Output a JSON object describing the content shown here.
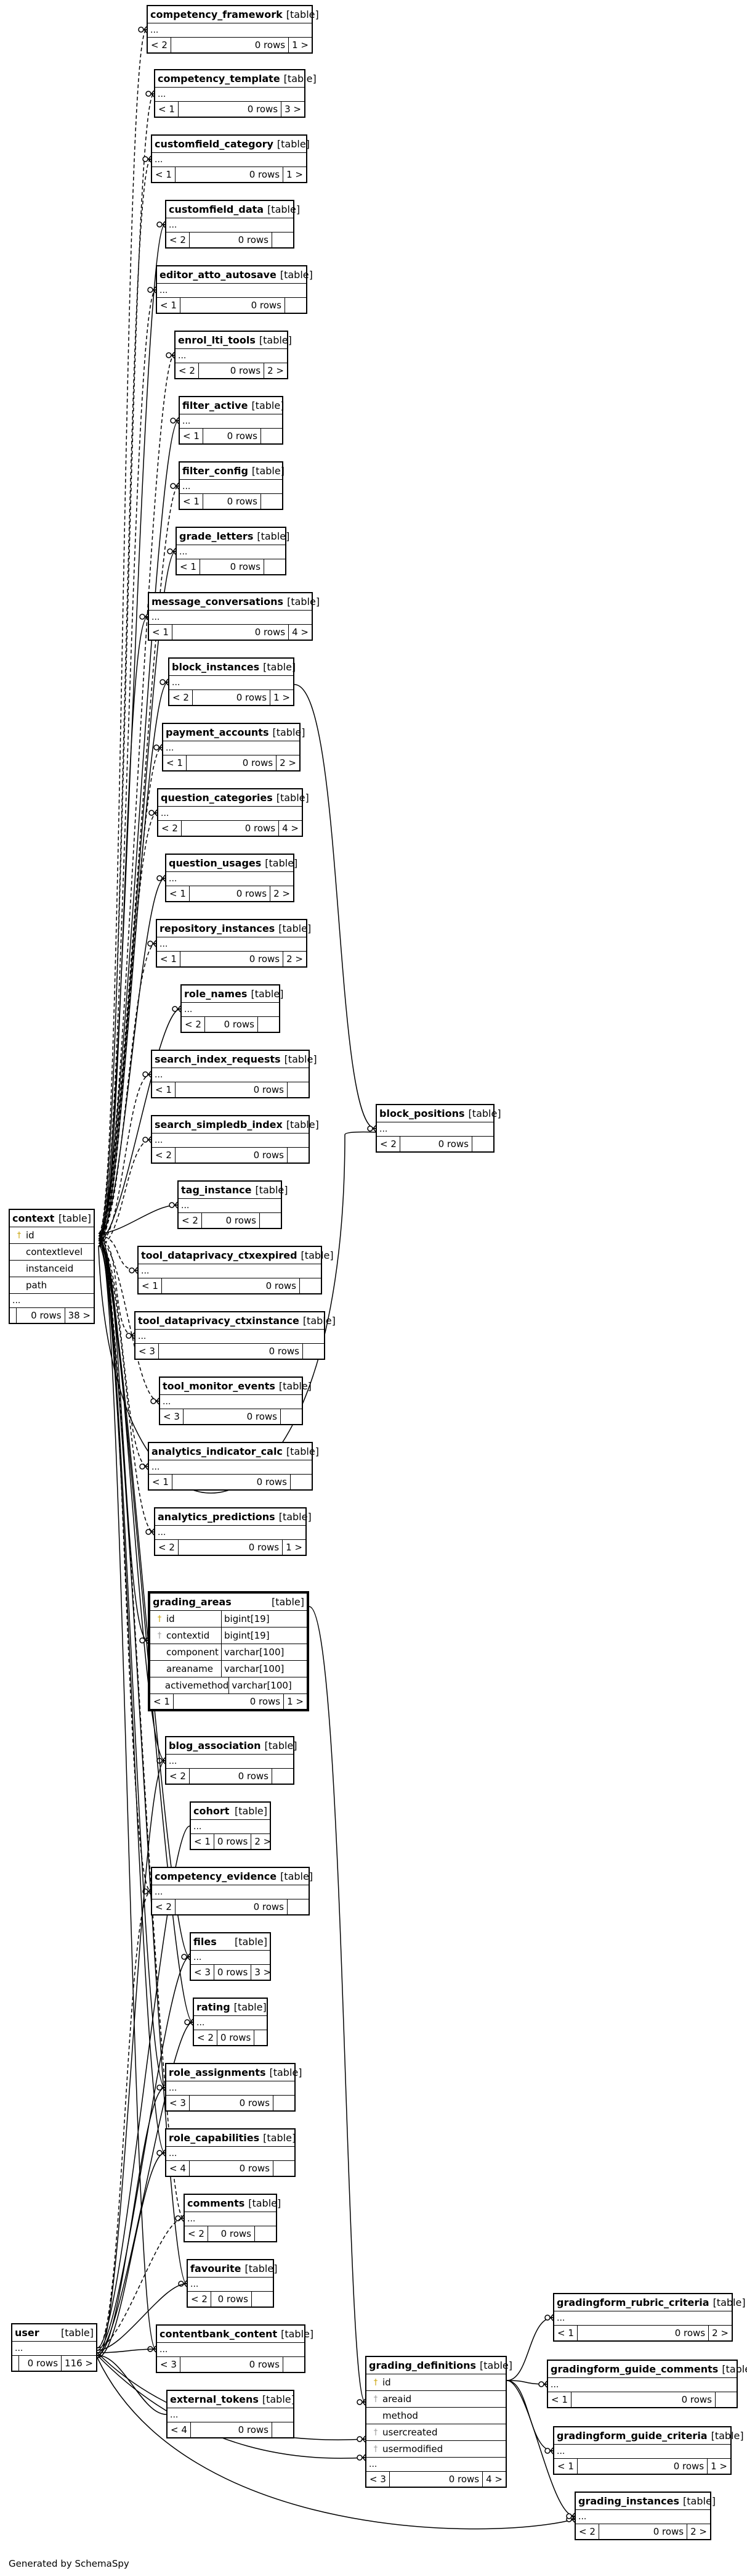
{
  "footer": "Generated by SchemaSpy",
  "type_label": "[table]",
  "ellipsis": "...",
  "tables": [
    {
      "name": "competency_framework",
      "foot": [
        "< 2",
        "0 rows",
        "1 >"
      ]
    },
    {
      "name": "competency_template",
      "foot": [
        "< 1",
        "0 rows",
        "3 >"
      ]
    },
    {
      "name": "customfield_category",
      "foot": [
        "< 1",
        "0 rows",
        "1 >"
      ]
    },
    {
      "name": "customfield_data",
      "foot": [
        "< 2",
        "0 rows",
        ""
      ]
    },
    {
      "name": "editor_atto_autosave",
      "foot": [
        "< 1",
        "0 rows",
        ""
      ]
    },
    {
      "name": "enrol_lti_tools",
      "foot": [
        "< 2",
        "0 rows",
        "2 >"
      ]
    },
    {
      "name": "filter_active",
      "foot": [
        "< 1",
        "0 rows",
        ""
      ]
    },
    {
      "name": "filter_config",
      "foot": [
        "< 1",
        "0 rows",
        ""
      ]
    },
    {
      "name": "grade_letters",
      "foot": [
        "< 1",
        "0 rows",
        ""
      ]
    },
    {
      "name": "message_conversations",
      "foot": [
        "< 1",
        "0 rows",
        "4 >"
      ]
    },
    {
      "name": "block_instances",
      "foot": [
        "< 2",
        "0 rows",
        "1 >"
      ]
    },
    {
      "name": "payment_accounts",
      "foot": [
        "< 1",
        "0 rows",
        "2 >"
      ]
    },
    {
      "name": "question_categories",
      "foot": [
        "< 2",
        "0 rows",
        "4 >"
      ]
    },
    {
      "name": "question_usages",
      "foot": [
        "< 1",
        "0 rows",
        "2 >"
      ]
    },
    {
      "name": "repository_instances",
      "foot": [
        "< 1",
        "0 rows",
        "2 >"
      ]
    },
    {
      "name": "role_names",
      "foot": [
        "< 2",
        "0 rows",
        ""
      ]
    },
    {
      "name": "search_index_requests",
      "foot": [
        "< 1",
        "0 rows",
        ""
      ]
    },
    {
      "name": "search_simpledb_index",
      "foot": [
        "< 2",
        "0 rows",
        ""
      ]
    },
    {
      "name": "tag_instance",
      "foot": [
        "< 2",
        "0 rows",
        ""
      ]
    },
    {
      "name": "tool_dataprivacy_ctxexpired",
      "foot": [
        "< 1",
        "0 rows",
        ""
      ]
    },
    {
      "name": "tool_dataprivacy_ctxinstance",
      "foot": [
        "< 3",
        "0 rows",
        ""
      ]
    },
    {
      "name": "tool_monitor_events",
      "foot": [
        "< 3",
        "0 rows",
        ""
      ]
    },
    {
      "name": "analytics_indicator_calc",
      "foot": [
        "< 1",
        "0 rows",
        ""
      ]
    },
    {
      "name": "analytics_predictions",
      "foot": [
        "< 2",
        "0 rows",
        "1 >"
      ]
    },
    {
      "name": "blog_association",
      "foot": [
        "< 2",
        "0 rows",
        ""
      ]
    },
    {
      "name": "cohort",
      "foot": [
        "< 1",
        "0 rows",
        "2 >"
      ]
    },
    {
      "name": "competency_evidence",
      "foot": [
        "< 2",
        "0 rows",
        ""
      ]
    },
    {
      "name": "files",
      "foot": [
        "< 3",
        "0 rows",
        "3 >"
      ]
    },
    {
      "name": "rating",
      "foot": [
        "< 2",
        "0 rows",
        ""
      ]
    },
    {
      "name": "role_assignments",
      "foot": [
        "< 3",
        "0 rows",
        ""
      ]
    },
    {
      "name": "role_capabilities",
      "foot": [
        "< 4",
        "0 rows",
        ""
      ]
    },
    {
      "name": "comments",
      "foot": [
        "< 2",
        "0 rows",
        ""
      ]
    },
    {
      "name": "favourite",
      "foot": [
        "< 2",
        "0 rows",
        ""
      ]
    },
    {
      "name": "contentbank_content",
      "foot": [
        "< 3",
        "0 rows",
        ""
      ]
    },
    {
      "name": "external_tokens",
      "foot": [
        "< 4",
        "0 rows",
        ""
      ]
    },
    {
      "name": "block_positions",
      "foot": [
        "< 2",
        "0 rows",
        ""
      ]
    },
    {
      "name": "gradingform_rubric_criteria",
      "foot": [
        "< 1",
        "0 rows",
        "2 >"
      ]
    },
    {
      "name": "gradingform_guide_comments",
      "foot": [
        "< 1",
        "0 rows",
        ""
      ]
    },
    {
      "name": "gradingform_guide_criteria",
      "foot": [
        "< 1",
        "0 rows",
        "1 >"
      ]
    },
    {
      "name": "grading_instances",
      "foot": [
        "< 2",
        "0 rows",
        "2 >"
      ]
    }
  ],
  "context": {
    "name": "context",
    "columns": [
      {
        "name": "id",
        "key": "pk"
      },
      {
        "name": "contextlevel"
      },
      {
        "name": "instanceid"
      },
      {
        "name": "path"
      }
    ],
    "foot": [
      "",
      "0 rows",
      "38 >"
    ]
  },
  "user": {
    "name": "user",
    "foot": [
      "",
      "0 rows",
      "116 >"
    ]
  },
  "grading_areas": {
    "name": "grading_areas",
    "columns": [
      {
        "name": "id",
        "type": "bigint[19]",
        "key": "pk"
      },
      {
        "name": "contextid",
        "type": "bigint[19]",
        "key": "fk"
      },
      {
        "name": "component",
        "type": "varchar[100]"
      },
      {
        "name": "areaname",
        "type": "varchar[100]"
      },
      {
        "name": "activemethod",
        "type": "varchar[100]"
      }
    ],
    "foot": [
      "< 1",
      "0 rows",
      "1 >"
    ]
  },
  "grading_definitions": {
    "name": "grading_definitions",
    "columns": [
      {
        "name": "id",
        "key": "pk"
      },
      {
        "name": "areaid",
        "key": "fk"
      },
      {
        "name": "method"
      },
      {
        "name": "usercreated",
        "key": "fk"
      },
      {
        "name": "usermodified",
        "key": "fk"
      }
    ],
    "foot": [
      "< 3",
      "0 rows",
      "4 >"
    ]
  },
  "colors": {
    "line": "#000000",
    "key": "#c8a000",
    "fk": "#999999"
  }
}
